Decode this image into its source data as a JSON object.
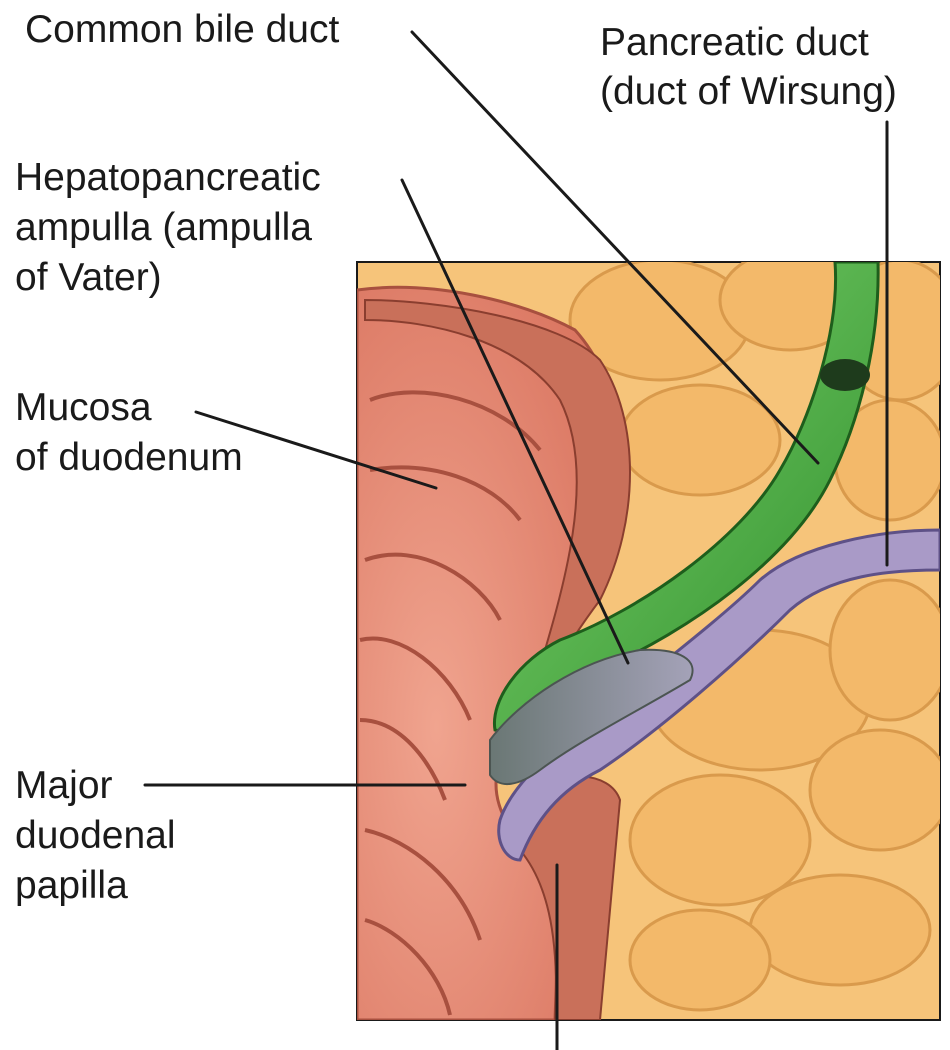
{
  "labels": {
    "common_bile_duct": [
      "Common bile duct"
    ],
    "pancreatic_duct": [
      "Pancreatic duct",
      "(duct of Wirsung)"
    ],
    "hepatopancreatic_ampulla": [
      "Hepatopancreatic",
      "ampulla (ampulla",
      "of Vater)"
    ],
    "mucosa": [
      "Mucosa",
      "of duodenum"
    ],
    "major_papilla": [
      "Major",
      "duodenal",
      "papilla"
    ]
  },
  "colors": {
    "duodenum_wall": "#e8927e",
    "muscle_layers": "#c9705a",
    "pancreas_tissue": "#f6c47a",
    "bile_duct": "#3ea33a",
    "pancreatic_duct": "#a99ac7",
    "ampulla": "#7d8a88"
  }
}
